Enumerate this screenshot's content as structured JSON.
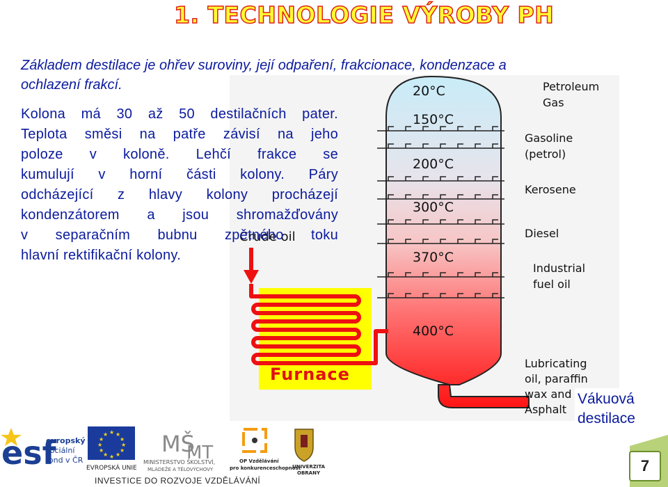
{
  "title": "1. TECHNOLOGIE VÝROBY PH",
  "intro_line1": "Základem destilace je ohřev suroviny, její odpaření, frakcionace, kondenzace a",
  "intro_line2": "ochlazení frakcí.",
  "body_lines": [
    "Kolona má 30 až 50 destilačních pater.",
    "Teplota směsi na patře závisí na jeho",
    "poloze v koloně. Lehčí frakce se",
    "kumulují v horní části kolony. Páry",
    "odcházející z hlavy kolony procházejí",
    "kondenzátorem a jsou shromažďovány",
    "v separačním bubnu zpětného toku",
    "hlavní rektifikační kolony."
  ],
  "diagram": {
    "temperatures": [
      "20°C",
      "150°C",
      "200°C",
      "300°C",
      "370°C",
      "400°C"
    ],
    "products": [
      "Petroleum",
      "Gas",
      "Gasoline",
      "(petrol)",
      "Kerosene",
      "Diesel",
      "Industrial",
      "fuel oil",
      "Lubricating",
      "oil, paraffin",
      "wax and",
      "Asphalt"
    ],
    "crude_oil_label": "Crude oil",
    "furnace_label": "Furnace",
    "colors": {
      "top": "#bfe8f6",
      "bottom": "#ff1a1a",
      "furnace": "#ffff00",
      "pipe": "#ee1111"
    }
  },
  "vakuova_line1": "Vákuová",
  "vakuova_line2": "destilace",
  "footer": {
    "esf_line1": "evropský",
    "esf_line2": "sociální",
    "esf_line3": "fond v ČR",
    "eu_label": "EVROPSKÁ UNIE",
    "msmt_line1": "MINISTERSTVO ŠKOLSTVÍ,",
    "msmt_line2": "MLÁDEŽE A TĚLOVÝCHOVY",
    "op_line1": "OP Vzdělávání",
    "op_line2": "pro konkurenceschopnost",
    "univ_line1": "UNIVERZITA",
    "univ_line2": "OBRANY",
    "investice": "INVESTICE DO ROZVOJE VZDĚLÁVÁNÍ",
    "page_number": "7"
  }
}
